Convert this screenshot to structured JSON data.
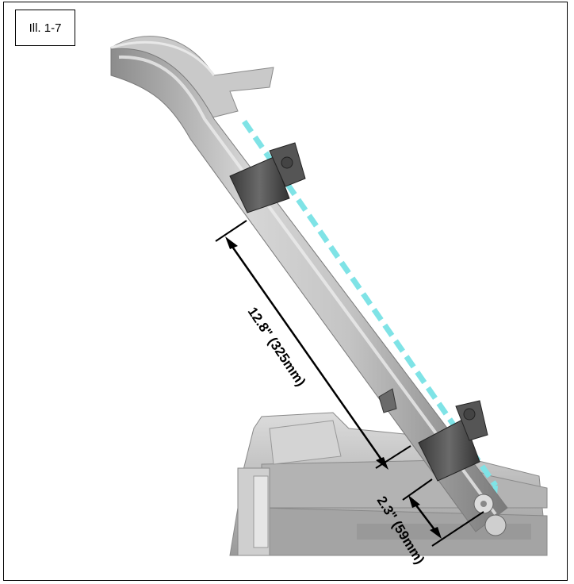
{
  "figure_label": "Ill. 1-7",
  "dimensions": {
    "long": "12.8\" (325mm)",
    "short": "2.3\" (59mm)"
  },
  "colors": {
    "guide_line": "#7fe3e6",
    "bracket": "#4e4e4e",
    "tube": "#bdbdbd",
    "base": "#c9c9c9",
    "dimension": "#000000"
  }
}
